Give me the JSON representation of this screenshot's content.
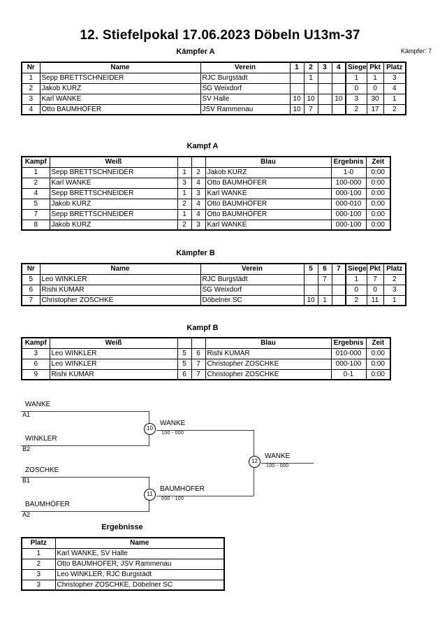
{
  "header": {
    "title": "12. Stiefelpokal  17.06.2023  Döbeln   U13m-37",
    "fighter_count_label": "Kämpfer: 7"
  },
  "pool_a": {
    "caption": "Kämpfer A",
    "columns": [
      "Nr",
      "Name",
      "Verein",
      "1",
      "2",
      "3",
      "4",
      "Siege",
      "Pkt",
      "Platz"
    ],
    "rows": [
      {
        "nr": "1",
        "name": "Sepp BRETTSCHNEIDER",
        "verein": "RJC Burgstädt",
        "m1": "",
        "m2": "1",
        "m3": "",
        "m4": "",
        "siege": "1",
        "pkt": "1",
        "platz": "3"
      },
      {
        "nr": "2",
        "name": "Jakob KURZ",
        "verein": "SG Weixdorf",
        "m1": "",
        "m2": "",
        "m3": "",
        "m4": "",
        "siege": "0",
        "pkt": "0",
        "platz": "4"
      },
      {
        "nr": "3",
        "name": "Karl WANKE",
        "verein": "SV Halle",
        "m1": "10",
        "m2": "10",
        "m3": "",
        "m4": "10",
        "siege": "3",
        "pkt": "30",
        "platz": "1"
      },
      {
        "nr": "4",
        "name": "Otto BAUMHÖFER",
        "verein": "JSV Rammenau",
        "m1": "10",
        "m2": "7",
        "m3": "",
        "m4": "",
        "siege": "2",
        "pkt": "17",
        "platz": "2"
      }
    ]
  },
  "matches_a": {
    "caption": "Kampf A",
    "columns": [
      "Kampf",
      "Weiß",
      "",
      "",
      "Blau",
      "Ergebnis",
      "Zeit"
    ],
    "rows": [
      {
        "kampf": "1",
        "weiss": "Sepp BRETTSCHNEIDER",
        "wnr": "1",
        "bnr": "2",
        "blau": "Jakob KURZ",
        "ergebnis": "1-0",
        "zeit": "0:00"
      },
      {
        "kampf": "2",
        "weiss": "Karl WANKE",
        "wnr": "3",
        "bnr": "4",
        "blau": "Otto BAUMHÖFER",
        "ergebnis": "100-000",
        "zeit": "0:00"
      },
      {
        "kampf": "4",
        "weiss": "Sepp BRETTSCHNEIDER",
        "wnr": "1",
        "bnr": "3",
        "blau": "Karl WANKE",
        "ergebnis": "000-100",
        "zeit": "0:00"
      },
      {
        "kampf": "5",
        "weiss": "Jakob KURZ",
        "wnr": "2",
        "bnr": "4",
        "blau": "Otto BAUMHÖFER",
        "ergebnis": "000-010",
        "zeit": "0:00"
      },
      {
        "kampf": "7",
        "weiss": "Sepp BRETTSCHNEIDER",
        "wnr": "1",
        "bnr": "4",
        "blau": "Otto BAUMHÖFER",
        "ergebnis": "000-100",
        "zeit": "0:00"
      },
      {
        "kampf": "8",
        "weiss": "Jakob KURZ",
        "wnr": "2",
        "bnr": "3",
        "blau": "Karl WANKE",
        "ergebnis": "000-100",
        "zeit": "0:00"
      }
    ]
  },
  "pool_b": {
    "caption": "Kämpfer B",
    "columns": [
      "Nr",
      "Name",
      "Verein",
      "5",
      "6",
      "7",
      "Siege",
      "Pkt",
      "Platz"
    ],
    "rows": [
      {
        "nr": "5",
        "name": "Leo WINKLER",
        "verein": "RJC Burgstädt",
        "m5": "",
        "m6": "7",
        "m7": "",
        "siege": "1",
        "pkt": "7",
        "platz": "2"
      },
      {
        "nr": "6",
        "name": "Rishi KUMAR",
        "verein": "SG Weixdorf",
        "m5": "",
        "m6": "",
        "m7": "",
        "siege": "0",
        "pkt": "0",
        "platz": "3"
      },
      {
        "nr": "7",
        "name": "Christopher ZOSCHKE",
        "verein": "Döbelner SC",
        "m5": "10",
        "m6": "1",
        "m7": "",
        "siege": "2",
        "pkt": "11",
        "platz": "1"
      }
    ]
  },
  "matches_b": {
    "caption": "Kampf B",
    "columns": [
      "Kampf",
      "Weiß",
      "",
      "",
      "Blau",
      "Ergebnis",
      "Zeit"
    ],
    "rows": [
      {
        "kampf": "3",
        "weiss": "Leo WINKLER",
        "wnr": "5",
        "bnr": "6",
        "blau": "Rishi KUMAR",
        "ergebnis": "010-000",
        "zeit": "0:00"
      },
      {
        "kampf": "6",
        "weiss": "Leo WINKLER",
        "wnr": "5",
        "bnr": "7",
        "blau": "Christopher ZOSCHKE",
        "ergebnis": "000-100",
        "zeit": "0:00"
      },
      {
        "kampf": "9",
        "weiss": "Rishi KUMAR",
        "wnr": "6",
        "bnr": "7",
        "blau": "Christopher ZOSCHKE",
        "ergebnis": "0-1",
        "zeit": "0:00"
      }
    ]
  },
  "bracket": {
    "entrants": [
      {
        "name": "WANKE",
        "seed": "A1"
      },
      {
        "name": "WINKLER",
        "seed": "B2"
      },
      {
        "name": "ZOSCHKE",
        "seed": "B1"
      },
      {
        "name": "BAUMHÖFER",
        "seed": "A2"
      }
    ],
    "nodes": [
      {
        "number": "10",
        "winner": "WANKE",
        "score": "100 - 000"
      },
      {
        "number": "11",
        "winner": "BAUMHÖFER",
        "score": "000 - 100"
      },
      {
        "number": "12",
        "winner": "WANKE",
        "score": "100 - 000"
      }
    ]
  },
  "results": {
    "caption": "Ergebnisse",
    "columns": [
      "Platz",
      "Name"
    ],
    "rows": [
      {
        "platz": "1",
        "name": "Karl WANKE, SV Halle"
      },
      {
        "platz": "2",
        "name": "Otto BAUMHOFER, JSV Rammenau"
      },
      {
        "platz": "3",
        "name": "Leo WINKLER, RJC Burgstädt"
      },
      {
        "platz": "3",
        "name": "Christopher ZOSCHKE, Döbelner SC"
      }
    ]
  }
}
